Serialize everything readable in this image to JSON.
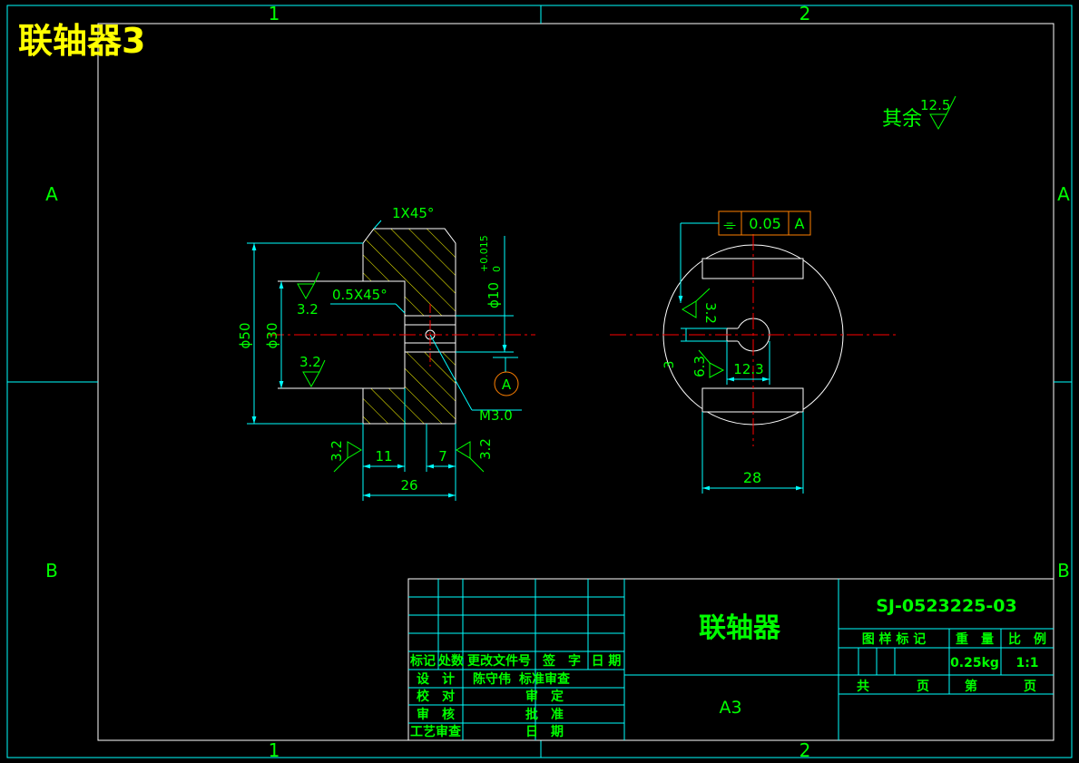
{
  "sheet_title": "联轴器3",
  "border": {
    "zones_top": [
      "1",
      "2"
    ],
    "zones_bottom": [
      "1",
      "2"
    ],
    "zones_left": [
      "A",
      "B"
    ],
    "zones_right": [
      "A",
      "B"
    ]
  },
  "surface_finish_default": {
    "label": "其余",
    "value": "12.5"
  },
  "colors": {
    "background": "#000000",
    "lines": "#ffffff",
    "dimensions": "#00ffff",
    "text": "#00ff00",
    "centerline": "#ff0000",
    "hatch": "#ffff00",
    "title": "#ffff00",
    "tolerance_frame": "#ff8000"
  },
  "left_view": {
    "chamfer_outer": "1X45°",
    "chamfer_inner": "0.5X45°",
    "dia_outer": "ϕ50",
    "dia_bore": "ϕ30",
    "dia_hole": "ϕ10",
    "hole_tol_upper": "+0.015",
    "hole_tol_lower": "0",
    "thread": "M3.0",
    "datum": "A",
    "roughness_bore_top": "3.2",
    "roughness_bore_bottom": "3.2",
    "roughness_left_face": "3.2",
    "roughness_right_face": "3.2",
    "dim_flange": "11",
    "dim_hub": "7",
    "dim_total": "26"
  },
  "right_view": {
    "flatness_symbol": "⌯",
    "flatness_value": "0.05",
    "flatness_datum": "A",
    "roughness_slot": "3.2",
    "roughness_key": "6.3",
    "dim_key_height": "3",
    "dim_key_width": "12.3",
    "dim_slot_width": "28"
  },
  "title_block": {
    "part_name": "联轴器",
    "drawing_no": "SJ-0523225-03",
    "paper_size": "A3",
    "header_mark": "标记",
    "header_count": "处数",
    "header_doc": "更改文件号",
    "header_sign": "签　字",
    "header_date": "日 期",
    "row_design": "设　计",
    "designer": "陈守伟",
    "row_std": "标准审查",
    "row_check": "校　对",
    "row_review": "审　定",
    "row_audit": "审　核",
    "row_approve": "批　准",
    "row_process": "工艺审查",
    "row_date": "日　期",
    "col_mark": "图 样 标 记",
    "col_weight": "重　量",
    "col_scale": "比　例",
    "weight": "0.25kg",
    "scale": "1:1",
    "total": "共",
    "sheets": "页",
    "sheet_no": "第",
    "page": "页"
  }
}
